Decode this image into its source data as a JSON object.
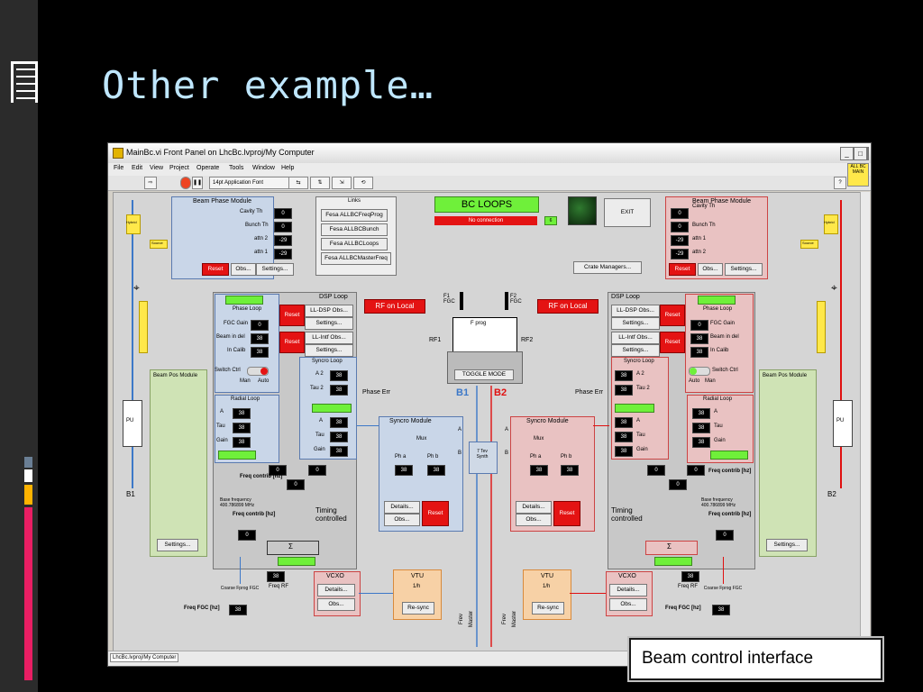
{
  "slide": {
    "title": "Other example…",
    "caption": "Beam control interface",
    "accent_colors": [
      "#e91e63",
      "#ffb300",
      "#4a6a8a",
      "#ffffff"
    ]
  },
  "window": {
    "title": "MainBc.vi Front Panel on LhcBc.lvproj/My Computer",
    "menu": [
      "File",
      "Edit",
      "View",
      "Project",
      "Operate",
      "Tools",
      "Window",
      "Help"
    ],
    "font_select": "14pt Application Font",
    "status_path": "LhcBc.lvproj/My Computer",
    "corner_badge": "ALL BC MAIN"
  },
  "panel": {
    "bpm_left": {
      "title": "Beam Phase Module",
      "rows": [
        {
          "label": "Cavity Th",
          "value": "0"
        },
        {
          "label": "Bunch Th",
          "value": "0"
        },
        {
          "label": "attn 2",
          "value": "-29"
        },
        {
          "label": "attn 1",
          "value": "-29"
        }
      ],
      "reset": "Reset",
      "obs": "Obs...",
      "settings": "Settings..."
    },
    "bpm_right": {
      "title": "Beam Phase Module",
      "rows": [
        {
          "label": "Cavity Th",
          "value": "0"
        },
        {
          "label": "Bunch Th",
          "value": "0"
        },
        {
          "label": "attn 1",
          "value": "-29"
        },
        {
          "label": "attn 2",
          "value": "-29"
        }
      ],
      "reset": "Reset",
      "obs": "Obs...",
      "settings": "Settings..."
    },
    "links": {
      "title": "Links",
      "items": [
        "Fesa ALLBCFreqProg",
        "Fesa ALLBCBunch",
        "Fesa ALLBCLoops",
        "Fesa ALLBCMasterFreq"
      ]
    },
    "bc_loops": "BC LOOPS",
    "no_connection": "No connection",
    "conn_value": "6",
    "exit": "EXIT",
    "crate_managers": "Crate Managers...",
    "rf_on_local": "RF on Local",
    "dsp_loop": "DSP Loop",
    "ll_dsp_obs": "LL-DSP Obs...",
    "ll_intf_obs": "LL-Intf Obs...",
    "settings": "Settings...",
    "reset": "Reset",
    "phase_loop": {
      "title": "Phase Loop",
      "rows": [
        {
          "label": "FGC Gain",
          "value": "0"
        },
        {
          "label": "Beam in del",
          "value": "38"
        },
        {
          "label": "In Calib",
          "value": "38"
        }
      ]
    },
    "switch_ctrl": "Switch Ctrl",
    "man": "Man",
    "auto": "Auto",
    "syncro_loop": {
      "title": "Syncro Loop",
      "rows": [
        {
          "label": "A 2",
          "value": "38"
        },
        {
          "label": "Tau 2",
          "value": "38"
        }
      ]
    },
    "radial_loop": {
      "title": "Radial Loop",
      "rows": [
        {
          "label": "A",
          "value": "38"
        },
        {
          "label": "Tau",
          "value": "38"
        },
        {
          "label": "Gain",
          "value": "38"
        }
      ]
    },
    "syncro_extra": [
      {
        "label": "A",
        "value": "38"
      },
      {
        "label": "Tau",
        "value": "38"
      },
      {
        "label": "Gain",
        "value": "38"
      }
    ],
    "beam_pos_module": "Beam Pos Module",
    "pu": "PU",
    "b1": "B1",
    "b2": "B2",
    "source": "Source",
    "hybrid": "Hybrid",
    "sigma_hybrid": "Σ Hybrid",
    "freq_contrib": "Freq contrib [hz]",
    "freq_contrib_val": "0",
    "base_freq": "Base frequency 400.786899 MHz",
    "timing": "Timing controlled",
    "sigma": "Σ",
    "coarse_fprog": "Coarse Fprog FGC",
    "freq_fgc": "Freq FGC [hz]",
    "freq_fgc_val": "38",
    "freq_rf": "Freq RF",
    "freq_rf_val": "38",
    "vcxo": "VCXO",
    "details": "Details...",
    "obs": "Obs...",
    "vtu": "VTU",
    "vtu_rate": "1/h",
    "resync": "Re-sync",
    "frev": "Frev",
    "master": "Master",
    "syncro_module": "Syncro Module",
    "mux": "Mux",
    "pha": "Ph a",
    "phb": "Ph b",
    "pha_val": "38",
    "phb_val": "38",
    "tev_synth": "7 Tev Synth",
    "fprog": "F prog",
    "f1": "F1 FGC",
    "f2": "F2 FGC",
    "rf1": "RF1",
    "rf2": "RF2",
    "toggle_mode": "TOGGLE MODE",
    "phase_err": "Phase Err",
    "b1_label": "B1",
    "b2_label": "B2",
    "a": "A",
    "b": "B"
  }
}
